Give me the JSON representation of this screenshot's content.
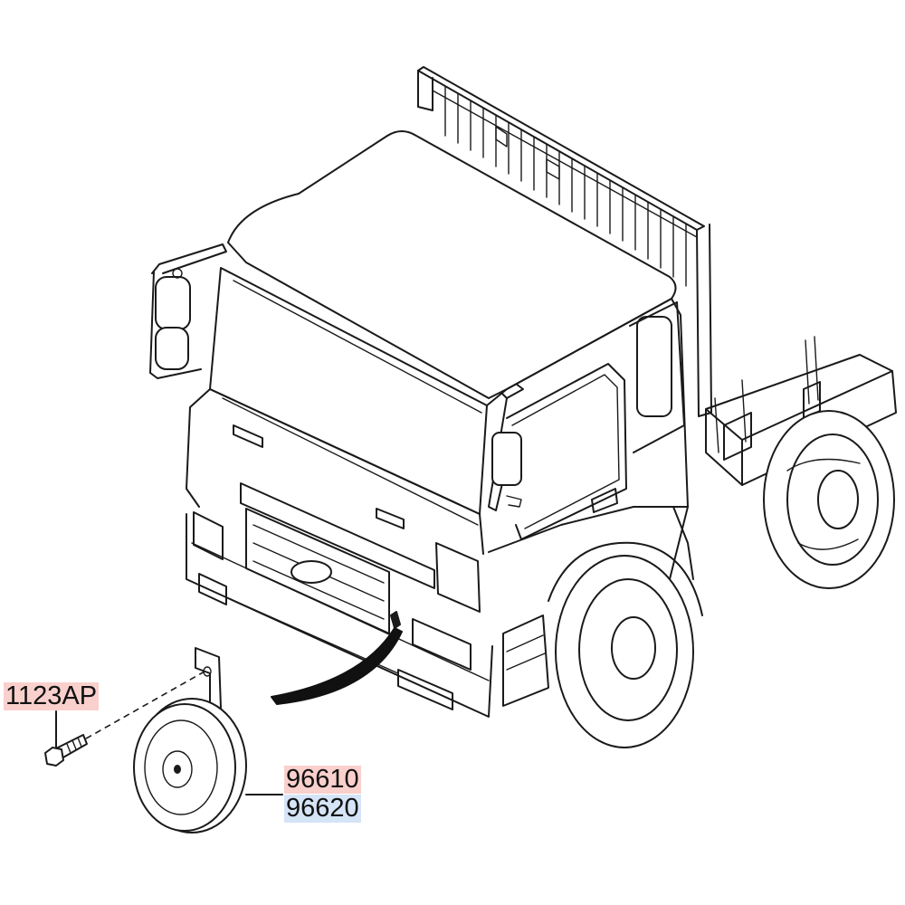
{
  "callouts": {
    "bolt": {
      "text": "1123AP",
      "highlight": "#f9d0cc"
    },
    "horn_low": {
      "text": "96610",
      "highlight": "#f9d0cc"
    },
    "horn_high": {
      "text": "96620",
      "highlight": "#d5e4f7"
    }
  },
  "colors": {
    "line": "#1a1a1a",
    "background": "#ffffff"
  }
}
